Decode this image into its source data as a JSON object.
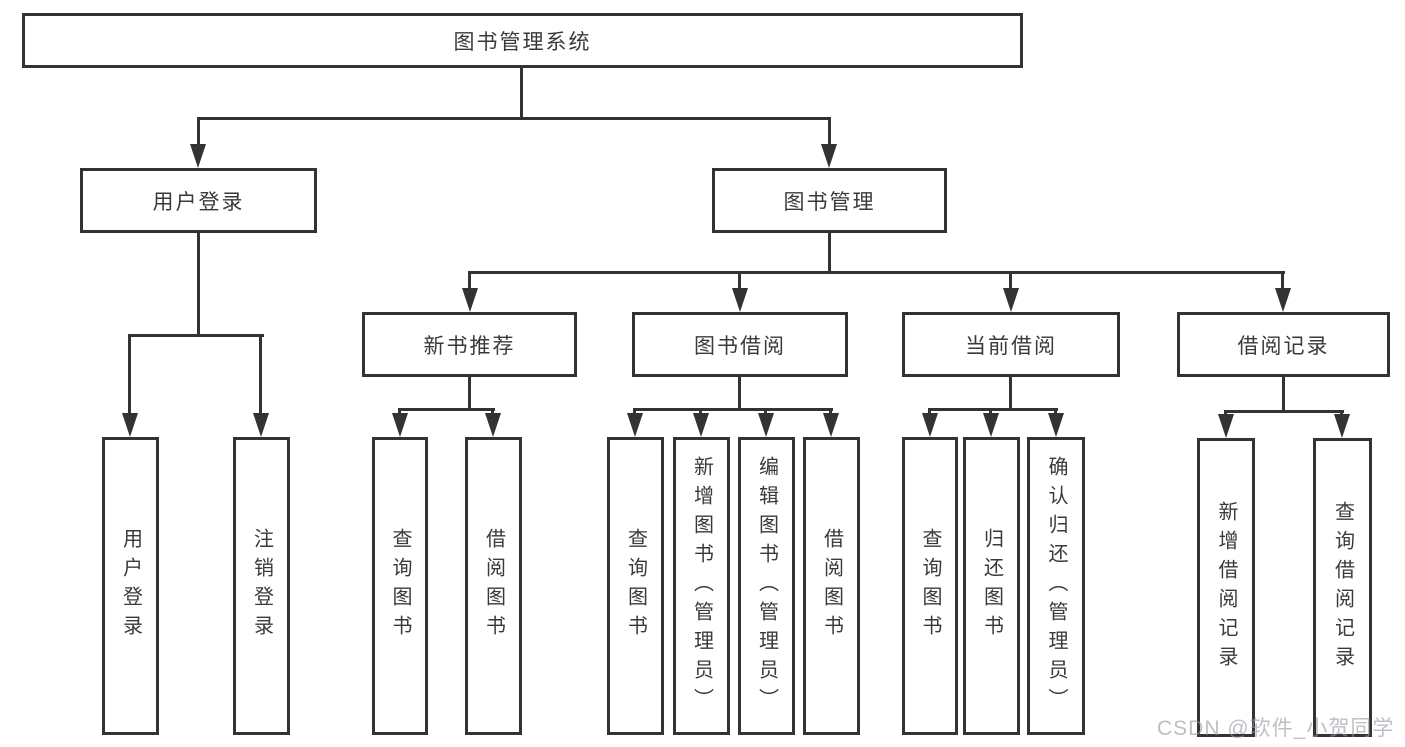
{
  "nodes": {
    "root": "图书管理系统",
    "user_login": "用户登录",
    "book_mgmt": "图书管理",
    "new_rec": "新书推荐",
    "borrow": "图书借阅",
    "current": "当前借阅",
    "records": "借阅记录",
    "leaf_user_login": "用户登录",
    "leaf_logout": "注销登录",
    "leaf_nr_query": "查询图书",
    "leaf_nr_borrow": "借阅图书",
    "leaf_bb_query": "查询图书",
    "leaf_bb_add": "新增图书（管理员）",
    "leaf_bb_edit": "编辑图书（管理员）",
    "leaf_bb_borrow": "借阅图书",
    "leaf_cb_query": "查询图书",
    "leaf_cb_return": "归还图书",
    "leaf_cb_confirm": "确认归还（管理员）",
    "leaf_br_add": "新增借阅记录",
    "leaf_br_query": "查询借阅记录"
  },
  "hierarchy": {
    "图书管理系统": {
      "用户登录": [
        "用户登录",
        "注销登录"
      ],
      "图书管理": {
        "新书推荐": [
          "查询图书",
          "借阅图书"
        ],
        "图书借阅": [
          "查询图书",
          "新增图书（管理员）",
          "编辑图书（管理员）",
          "借阅图书"
        ],
        "当前借阅": [
          "查询图书",
          "归还图书",
          "确认归还（管理员）"
        ],
        "借阅记录": [
          "新增借阅记录",
          "查询借阅记录"
        ]
      }
    }
  },
  "watermark": "CSDN @软件_小贺同学",
  "colors": {
    "line": "#333333",
    "text": "#3a3a3a",
    "background": "#ffffff",
    "watermark": "#9498a2"
  }
}
